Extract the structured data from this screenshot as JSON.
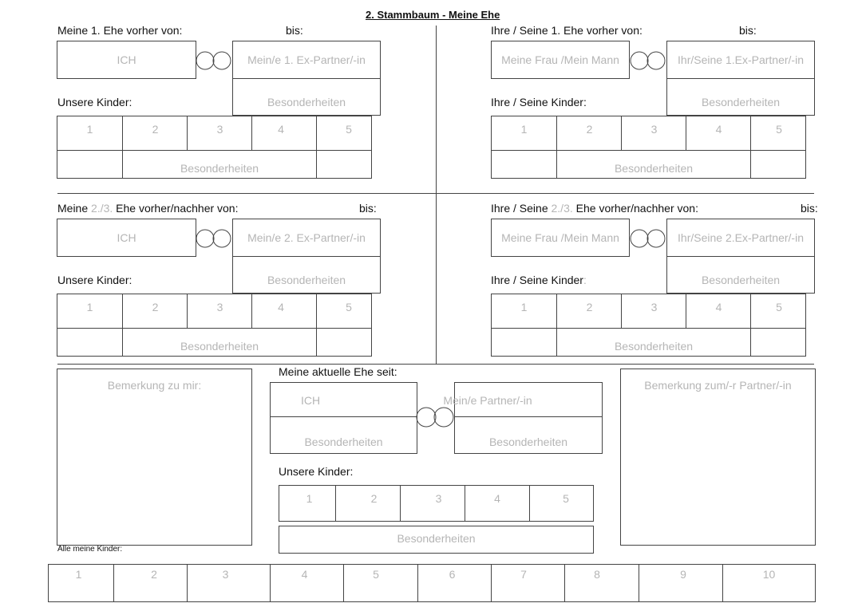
{
  "title": "2. Stammbaum - Meine Ehe",
  "q1": {
    "label": "Meine 1. Ehe vorher von:",
    "bis": "bis:",
    "me": "ICH",
    "partner": "Mein/e 1. Ex-Partner/-in",
    "partner_notes": "Besonderheiten",
    "kids_label": "Unsere Kinder:",
    "kids": [
      "1",
      "2",
      "3",
      "4",
      "5"
    ],
    "kids_notes": "Besonderheiten"
  },
  "q2": {
    "label": "Ihre / Seine 1. Ehe vorher von:",
    "bis": "bis:",
    "me": "Meine Frau /Mein Mann",
    "partner": "Ihr/Seine 1.Ex-Partner/-in",
    "partner_notes": "Besonderheiten",
    "kids_label": "Ihre / Seine Kinder:",
    "kids": [
      "1",
      "2",
      "3",
      "4",
      "5"
    ],
    "kids_notes": "Besonderheiten"
  },
  "q3": {
    "label_a": "Meine ",
    "label_b": "2./3.",
    "label_c": " Ehe vorher/nachher von:",
    "bis": "bis:",
    "me": "ICH",
    "partner": "Mein/e 2. Ex-Partner/-in",
    "partner_notes": "Besonderheiten",
    "kids_label": "Unsere Kinder:",
    "kids": [
      "1",
      "2",
      "3",
      "4",
      "5"
    ],
    "kids_notes": "Besonderheiten"
  },
  "q4": {
    "label_a": "Ihre / Seine ",
    "label_b": "2./3.",
    "label_c": " Ehe vorher/nachher von:",
    "bis": "bis:",
    "me": "Meine Frau /Mein Mann",
    "partner": "Ihr/Seine 2.Ex-Partner/-in",
    "partner_notes": "Besonderheiten",
    "kids_label_a": "Ihre / Seine Kinder",
    "kids_label_b": ":",
    "kids": [
      "1",
      "2",
      "3",
      "4",
      "5"
    ],
    "kids_notes": "Besonderheiten"
  },
  "current": {
    "label": "Meine aktuelle Ehe seit:",
    "me": "ICH",
    "me_notes": "Besonderheiten",
    "partner": "Mein/e Partner/-in",
    "partner_notes": "Besonderheiten",
    "kids_label": "Unsere Kinder:",
    "kids": [
      "1",
      "2",
      "3",
      "4",
      "5"
    ],
    "kids_notes": "Besonderheiten"
  },
  "remark_me": "Bemerkung zu mir:",
  "remark_partner": "Bemerkung zum/-r Partner/-in",
  "all_kids_label": "Alle meine Kinder:",
  "all_kids": [
    "1",
    "2",
    "3",
    "4",
    "5",
    "6",
    "7",
    "8",
    "9",
    "10"
  ]
}
